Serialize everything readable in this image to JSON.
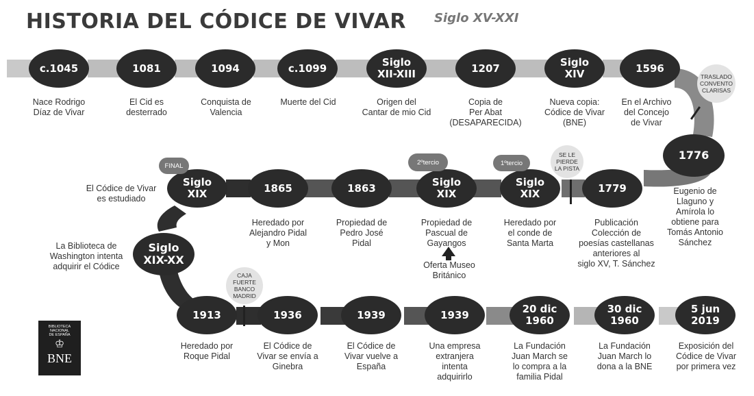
{
  "title": "HISTORIA DEL CÓDICE DE VIVAR",
  "subtitle": "Siglo XV-XXI",
  "events": [
    {
      "label": "c.1045",
      "caption": "Nace Rodrigo\nDíaz de Vivar"
    },
    {
      "label": "1081",
      "caption": "El Cid es\ndesterrado"
    },
    {
      "label": "1094",
      "caption": "Conquista de\nValencia"
    },
    {
      "label": "c.1099",
      "caption": "Muerte del Cid"
    },
    {
      "label": "Siglo\nXII-XIII",
      "caption": "Origen del\nCantar de mio Cid"
    },
    {
      "label": "1207",
      "caption": "Copia de\nPer Abat\n(DESAPARECIDA)"
    },
    {
      "label": "Siglo\nXIV",
      "caption": "Nueva copia:\nCódice de Vivar\n(BNE)"
    },
    {
      "label": "1596",
      "caption": "En el Archivo\ndel Concejo\nde Vivar"
    },
    {
      "label": "1776",
      "caption": "Eugenio de\nLlaguno y\nAmírola lo\nobtiene para\nTomás Antonio\nSánchez"
    },
    {
      "label": "1779",
      "caption": "Publicación\nColección de\npoesías castellanas\nanteriores al\nsiglo XV, T. Sánchez"
    },
    {
      "label": "Siglo\nXIX",
      "caption": "Heredado por\nel conde de\nSanta Marta"
    },
    {
      "label": "Siglo\nXIX",
      "caption": "Propiedad de\nPascual de\nGayangos"
    },
    {
      "label": "1863",
      "caption": "Propiedad de\nPedro José\nPidal"
    },
    {
      "label": "1865",
      "caption": "Heredado por\nAlejandro Pidal\ny Mon"
    },
    {
      "label": "Siglo\nXIX",
      "caption": "El Códice de Vivar\nes estudiado"
    },
    {
      "label": "Siglo\nXIX-XX",
      "caption": "La Biblioteca de\nWashington intenta\nadquirir el Códice"
    },
    {
      "label": "1913",
      "caption": "Heredado por\nRoque Pidal"
    },
    {
      "label": "1936",
      "caption": "El Códice de\nVivar se envía a\nGinebra"
    },
    {
      "label": "1939",
      "caption": "El Códice de\nVivar vuelve a\nEspaña"
    },
    {
      "label": "1939",
      "caption": "Una empresa\nextranjera\nintenta\nadquirirlo"
    },
    {
      "label": "20 dic\n1960",
      "caption": "La Fundación\nJuan March se\nlo compra a la\nfamilia Pidal"
    },
    {
      "label": "30 dic\n1960",
      "caption": "La Fundación\nJuan March lo\ndona a la BNE"
    },
    {
      "label": "5 jun\n2019",
      "caption": "Exposición del\nCódice de Vivar\npor primera vez"
    }
  ],
  "notes": {
    "traslado": "TRASLADO\nCONVENTO\nCLARISAS",
    "pierde": "SE LE\nPIERDE\nLA PISTA",
    "caja": "CAJA\nFUERTE\nBANCO\nMADRID"
  },
  "tags": {
    "final": "FINAL",
    "segundo": "2ºtercio",
    "primero": "1ºtercio"
  },
  "oferta": "Oferta Museo\nBritánico",
  "logo": {
    "small": "BIBLIOTECA\nNACIONAL\nDE ESPAÑA",
    "bne": "BNE"
  },
  "colors": {
    "ellipse": "#2b2b2b",
    "band_light": "#c9c9c9",
    "band_dark": "#3a3a3a",
    "note_bg": "#e3e3e3"
  }
}
